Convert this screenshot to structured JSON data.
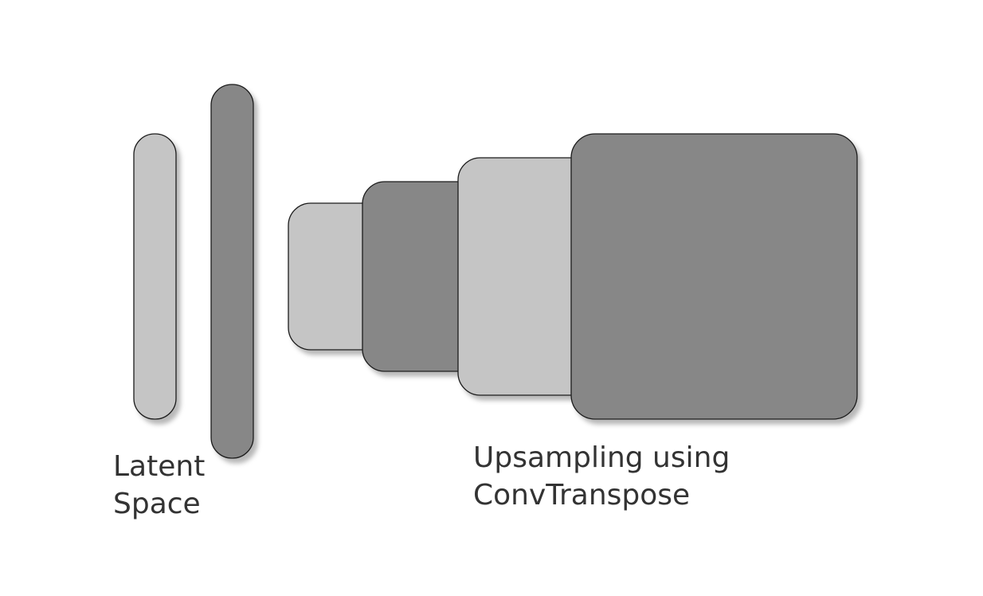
{
  "colors": {
    "light_block": "#c5c5c5",
    "dark_block": "#878787",
    "outline": "#1a1a1a",
    "text": "#333333",
    "background": "#ffffff"
  },
  "labels": {
    "latent_line1": "Latent",
    "latent_line2": "Space",
    "upsampling_line1": "Upsampling using",
    "upsampling_line2": "ConvTranspose"
  },
  "blocks": [
    {
      "group": "latent",
      "shade": "light"
    },
    {
      "group": "latent",
      "shade": "dark"
    },
    {
      "group": "upsampling",
      "shade": "light"
    },
    {
      "group": "upsampling",
      "shade": "dark"
    },
    {
      "group": "upsampling",
      "shade": "light"
    },
    {
      "group": "upsampling",
      "shade": "dark"
    }
  ]
}
